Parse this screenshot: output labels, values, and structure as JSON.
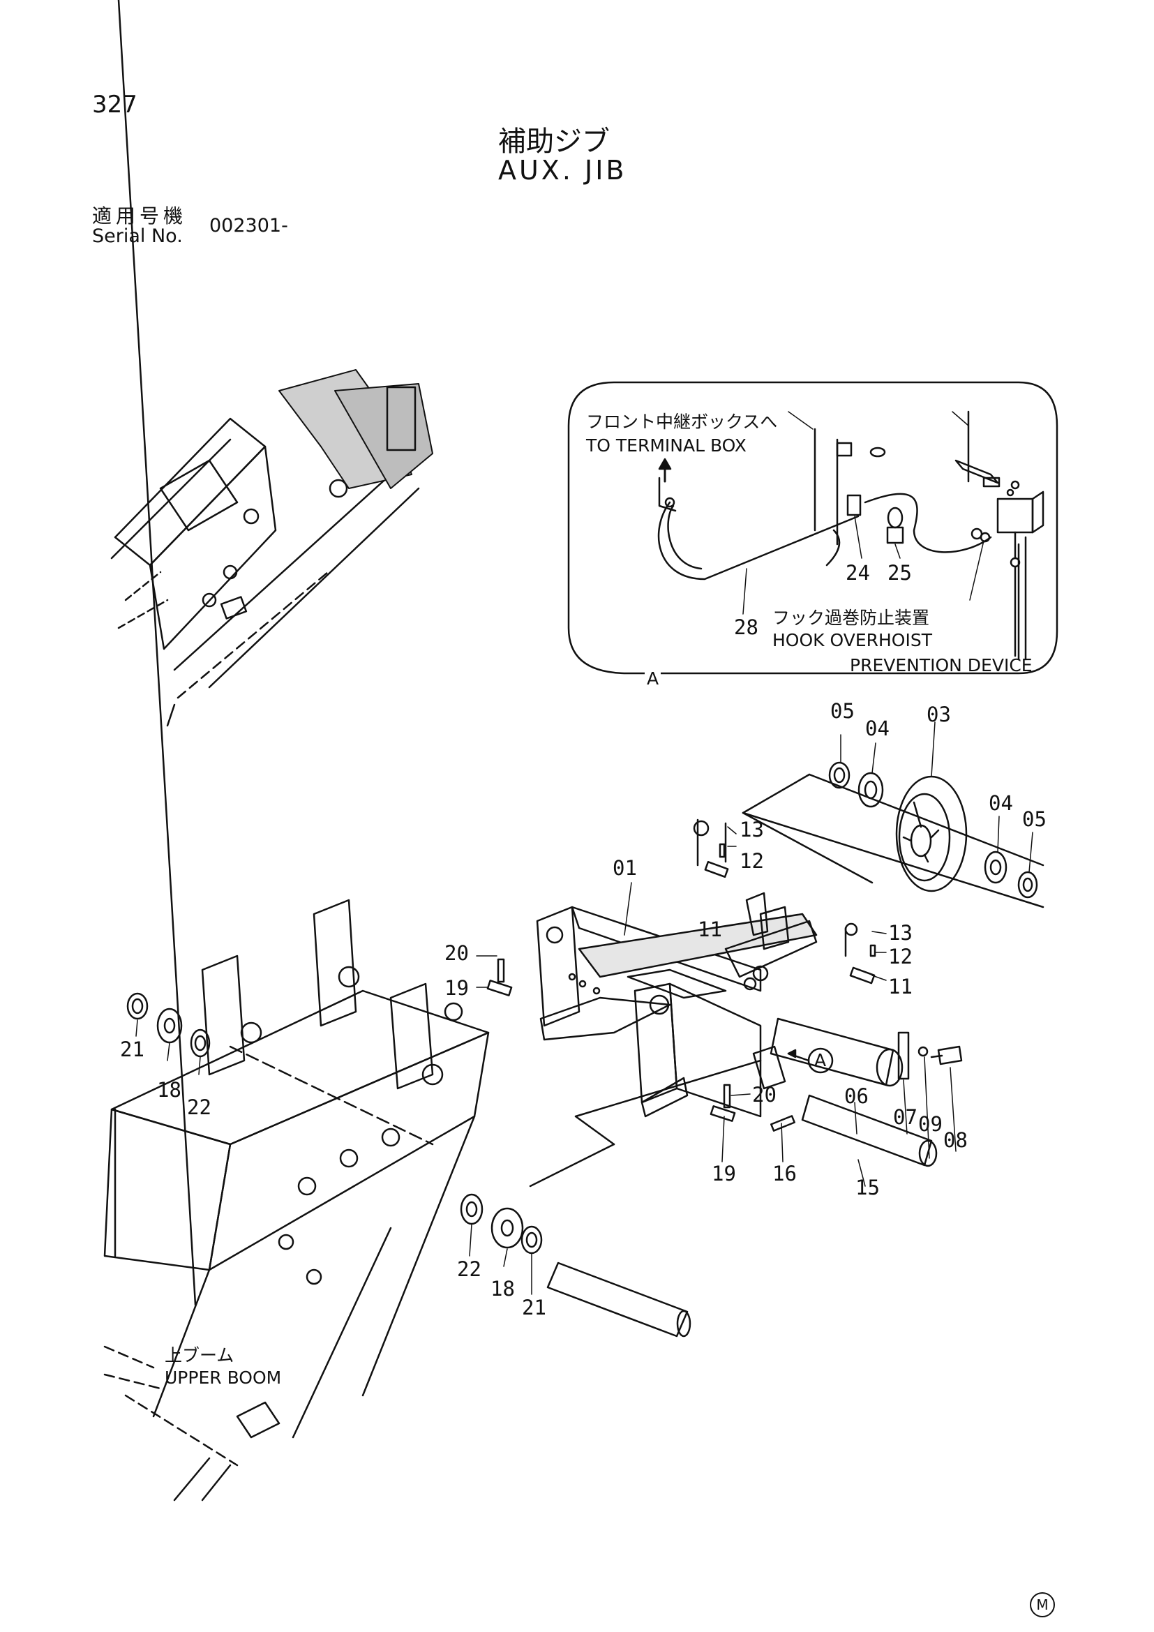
{
  "header": {
    "page_number": "327",
    "title_ja": "補助ジブ",
    "title_en": "AUX. JIB",
    "serial_label_ja": "適用号機",
    "serial_label_en": "Serial No.",
    "serial_value": "002301-"
  },
  "inset": {
    "callout_letter": "A",
    "to_terminal_ja": "フロント中継ボックスへ",
    "to_terminal_en": "TO TERMINAL BOX",
    "hook_ja": "フック過巻防止装置",
    "hook_en_1": "HOOK OVERHOIST",
    "hook_en_2": "PREVENTION DEVICE"
  },
  "labels": {
    "upper_boom_ja": "上ブーム",
    "upper_boom_en": "UPPER BOOM",
    "detail_ref": "A"
  },
  "parts": {
    "p01": "01",
    "p03": "03",
    "p04a": "04",
    "p04b": "04",
    "p05a": "05",
    "p05b": "05",
    "p06": "06",
    "p07": "07",
    "p08": "08",
    "p09": "09",
    "p11a": "11",
    "p11b": "11",
    "p12a": "12",
    "p12b": "12",
    "p13a": "13",
    "p13b": "13",
    "p15": "15",
    "p16": "16",
    "p18a": "18",
    "p18b": "18",
    "p19a": "19",
    "p19b": "19",
    "p20a": "20",
    "p20b": "20",
    "p21a": "21",
    "p21b": "21",
    "p22a": "22",
    "p22b": "22",
    "p24": "24",
    "p25": "25",
    "p28": "28"
  },
  "footer": {
    "mark": "M"
  }
}
